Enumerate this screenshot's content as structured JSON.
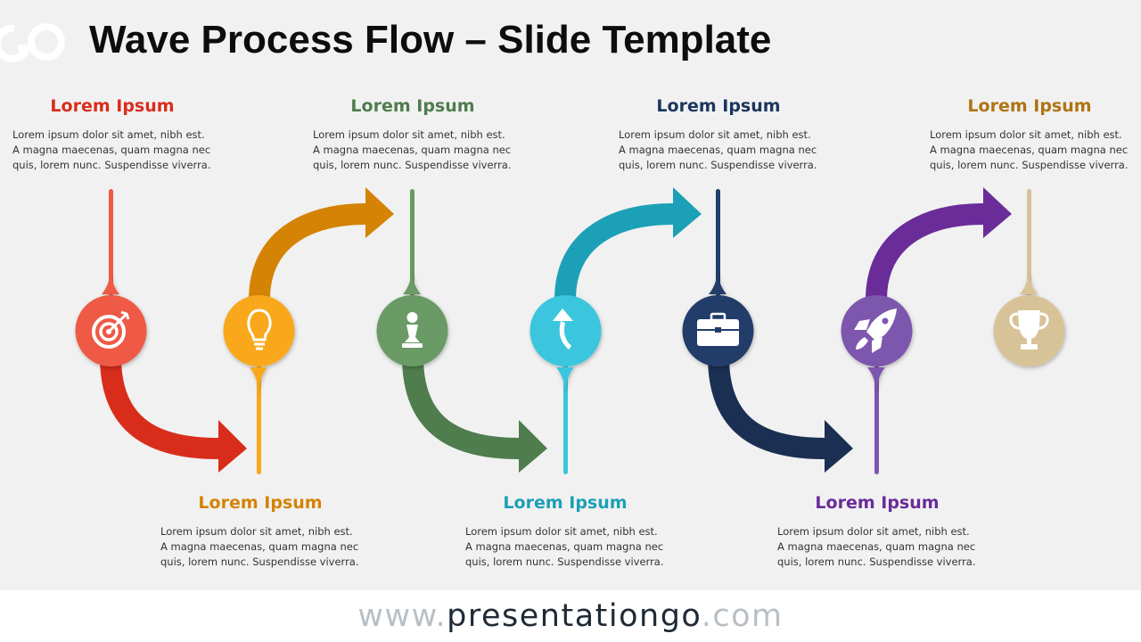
{
  "slide": {
    "title": "Wave Process Flow – Slide Template"
  },
  "footer": {
    "url_prefix": "www.",
    "url_brand": "presentationgo",
    "url_suffix": ".com"
  },
  "steps": [
    {
      "heading": "Lorem Ipsum",
      "body": [
        "Lorem ipsum dolor sit amet, nibh est.",
        "A magna maecenas, quam magna nec",
        "quis, lorem nunc. Suspendisse viverra."
      ],
      "color": "#d92d1c",
      "node_color": "#ee5a45",
      "icon": "target-icon"
    },
    {
      "heading": "Lorem Ipsum",
      "body": [
        "Lorem ipsum dolor sit amet, nibh est.",
        "A magna maecenas, quam magna nec",
        "quis, lorem nunc. Suspendisse viverra."
      ],
      "color": "#d48304",
      "node_color": "#f9a81b",
      "icon": "lightbulb-icon"
    },
    {
      "heading": "Lorem Ipsum",
      "body": [
        "Lorem ipsum dolor sit amet, nibh est.",
        "A magna maecenas, quam magna nec",
        "quis, lorem nunc. Suspendisse viverra."
      ],
      "color": "#4f7d4d",
      "node_color": "#6a9a66",
      "icon": "chess-pawn-icon"
    },
    {
      "heading": "Lorem Ipsum",
      "body": [
        "Lorem ipsum dolor sit amet, nibh est.",
        "A magna maecenas, quam magna nec",
        "quis, lorem nunc. Suspendisse viverra."
      ],
      "color": "#1ca0b7",
      "node_color": "#3ac6de",
      "icon": "curved-arrow-icon"
    },
    {
      "heading": "Lorem Ipsum",
      "body": [
        "Lorem ipsum dolor sit amet, nibh est.",
        "A magna maecenas, quam magna nec",
        "quis, lorem nunc. Suspendisse viverra."
      ],
      "color": "#1b365d",
      "node_color": "#223e6a",
      "icon": "briefcase-icon"
    },
    {
      "heading": "Lorem Ipsum",
      "body": [
        "Lorem ipsum dolor sit amet, nibh est.",
        "A magna maecenas, quam magna nec",
        "quis, lorem nunc. Suspendisse viverra."
      ],
      "color": "#6a2c99",
      "node_color": "#7d56ad",
      "icon": "rocket-icon"
    },
    {
      "heading": "Lorem Ipsum",
      "body": [
        "Lorem ipsum dolor sit amet, nibh est.",
        "A magna maecenas, quam magna nec",
        "quis, lorem nunc. Suspendisse viverra."
      ],
      "color": "#b07412",
      "node_color": "#d8c398",
      "stem_color": "#d5c297",
      "icon": "trophy-icon"
    }
  ]
}
